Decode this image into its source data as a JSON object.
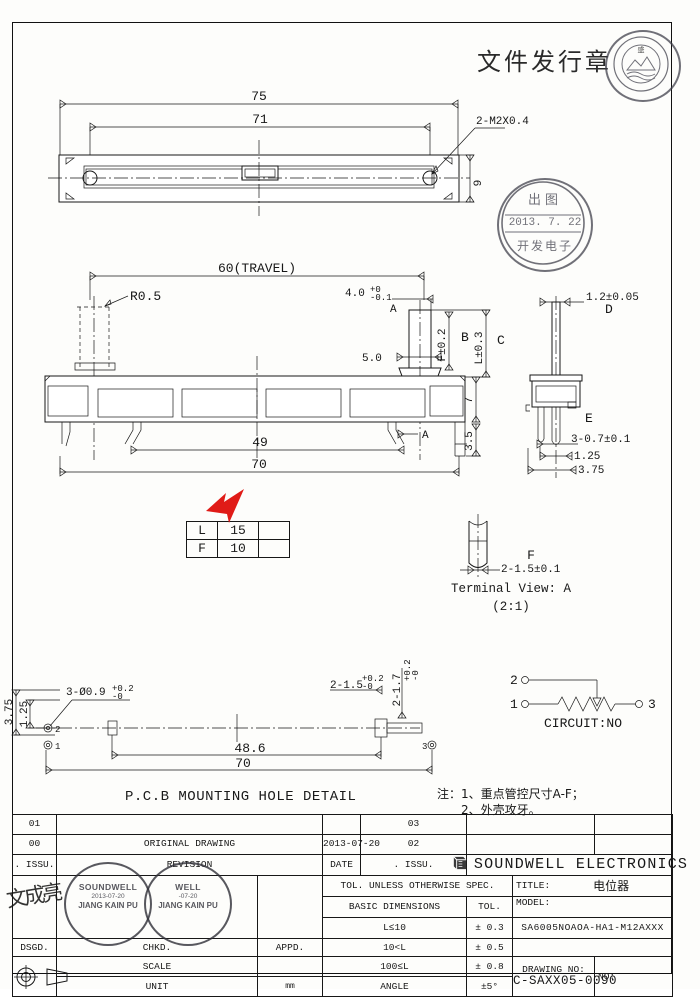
{
  "document": {
    "header_cn": "文件发行章",
    "title_cn": "电位器",
    "company": "SOUNDWELL ELECTRONICS",
    "logo_text": "SOUNDWELL",
    "model": "SA6005NOAOA-HA1-M12AXXX",
    "drawing_no": "C-SAXX05-0090",
    "no_label": "NO:"
  },
  "stamps": {
    "issue_title": "出图",
    "issue_date": "2013. 7. 22",
    "issue_org": "开发电子",
    "chkd_name": "SOUNDWELL",
    "chkd_date": "2013-07-20",
    "chkd_person": "JIANG KAIN PU",
    "appd_name": "WELL",
    "appd_date": "-07-20",
    "appd_person": "JIANG KAIN PU"
  },
  "views": {
    "top_view": {
      "dims": [
        {
          "name": "overall-length",
          "value": "75"
        },
        {
          "name": "hole-pitch",
          "value": "71"
        },
        {
          "name": "width",
          "value": "9"
        },
        {
          "name": "screw-callout",
          "value": "2-M2X0.4"
        }
      ]
    },
    "front_view": {
      "dims": [
        {
          "name": "travel",
          "value": "60(TRAVEL)"
        },
        {
          "name": "radius",
          "value": "R0.5"
        },
        {
          "name": "lever-width",
          "value": "4.0"
        },
        {
          "name": "lever-tol-up",
          "value": "+0"
        },
        {
          "name": "lever-tol-dn",
          "value": "-0.1"
        },
        {
          "name": "lever-mark",
          "value": "A"
        },
        {
          "name": "base-width",
          "value": "5.0"
        },
        {
          "name": "lever-height",
          "value": "F±0.2"
        },
        {
          "name": "lever-height-mark",
          "value": "B"
        },
        {
          "name": "total-height",
          "value": "L±0.3"
        },
        {
          "name": "total-height-mark",
          "value": "C"
        },
        {
          "name": "body-height",
          "value": "7"
        },
        {
          "name": "pin-length",
          "value": "3.5"
        },
        {
          "name": "section-mark",
          "value": "A"
        },
        {
          "name": "pin-pitch",
          "value": "49"
        },
        {
          "name": "body-length",
          "value": "70"
        }
      ]
    },
    "side_view": {
      "dims": [
        {
          "name": "lever-thickness",
          "value": "1.2±0.05"
        },
        {
          "name": "lever-thickness-mark",
          "value": "D"
        },
        {
          "name": "terminal-mark",
          "value": "E"
        },
        {
          "name": "terminal-width",
          "value": "3-0.7±0.1"
        },
        {
          "name": "terminal-offset",
          "value": "1.25"
        },
        {
          "name": "terminal-span",
          "value": "3.75"
        }
      ]
    },
    "terminal_view": {
      "mark": "F",
      "dim": "2-1.5±0.1",
      "caption": "Terminal View: A",
      "scale": "(2:1)"
    },
    "pcb_view": {
      "caption": "P.C.B MOUNTING HOLE DETAIL",
      "dims": [
        {
          "name": "edge-offset",
          "value": "3.75"
        },
        {
          "name": "pin-offset",
          "value": "1.25"
        },
        {
          "name": "hole-callout",
          "value": "3-Ø0.9"
        },
        {
          "name": "hole-tol-up",
          "value": "+0.2"
        },
        {
          "name": "hole-tol-dn",
          "value": "-0"
        },
        {
          "name": "slot-callout",
          "value": "2-1.5"
        },
        {
          "name": "slot-tol-up",
          "value": "+0.2"
        },
        {
          "name": "slot-tol-dn",
          "value": "-0"
        },
        {
          "name": "slot-height",
          "value": "2-1.7"
        },
        {
          "name": "slot-height-tol-up",
          "value": "+0.2"
        },
        {
          "name": "slot-height-tol-dn",
          "value": "-0"
        },
        {
          "name": "slot-span",
          "value": "48.6"
        },
        {
          "name": "overall",
          "value": "70"
        },
        {
          "name": "pin-1",
          "value": "1"
        },
        {
          "name": "pin-2",
          "value": "2"
        },
        {
          "name": "pin-3",
          "value": "3"
        }
      ]
    },
    "circuit": {
      "label": "CIRCUIT:NO",
      "pin_1": "1",
      "pin_2": "2",
      "pin_3": "3"
    }
  },
  "callout_table": {
    "rows": [
      {
        "code": "L",
        "value": "15",
        "extra": ""
      },
      {
        "code": "F",
        "value": "10",
        "extra": ""
      }
    ],
    "arrow_color": "#e01b17"
  },
  "notes": {
    "prefix": "注：",
    "line1": "1、重点管控尺寸A-F；",
    "line2": "2、外壳攻牙。"
  },
  "title_block": {
    "rev_rows": [
      {
        "issu": "01",
        "revision": "",
        "date": "",
        "issu2": "03",
        "c5": "",
        "c6": ""
      },
      {
        "issu": "00",
        "revision": "ORIGINAL  DRAWING",
        "date": "2013-07-20",
        "issu2": "02",
        "c5": "",
        "c6": ""
      }
    ],
    "headers": {
      "issu": ". ISSU.",
      "revision": "REVISION",
      "date": "DATE",
      "issu2": ". ISSU."
    },
    "dsgd_label": "DSGD.",
    "chkd_label": "CHKD.",
    "appd_label": "APPD.",
    "scale_label": "SCALE",
    "unit_label": "UNIT",
    "unit_value": "mm",
    "tol_header": "TOL. UNLESS OTHERWISE SPEC.",
    "basic_dim_label": "BASIC DIMENSIONS",
    "tol_label": "TOL.",
    "tol_rows": [
      {
        "range": "L≤10",
        "tol": "± 0.3"
      },
      {
        "range": "10<L",
        "tol": "± 0.5"
      },
      {
        "range": "100≤L",
        "tol": "± 0.8"
      },
      {
        "range": "ANGLE",
        "tol": "±5°"
      }
    ],
    "title_label": "TITLE:",
    "model_label": "MODEL:",
    "drawing_no_label": "DRAWING NO:"
  }
}
